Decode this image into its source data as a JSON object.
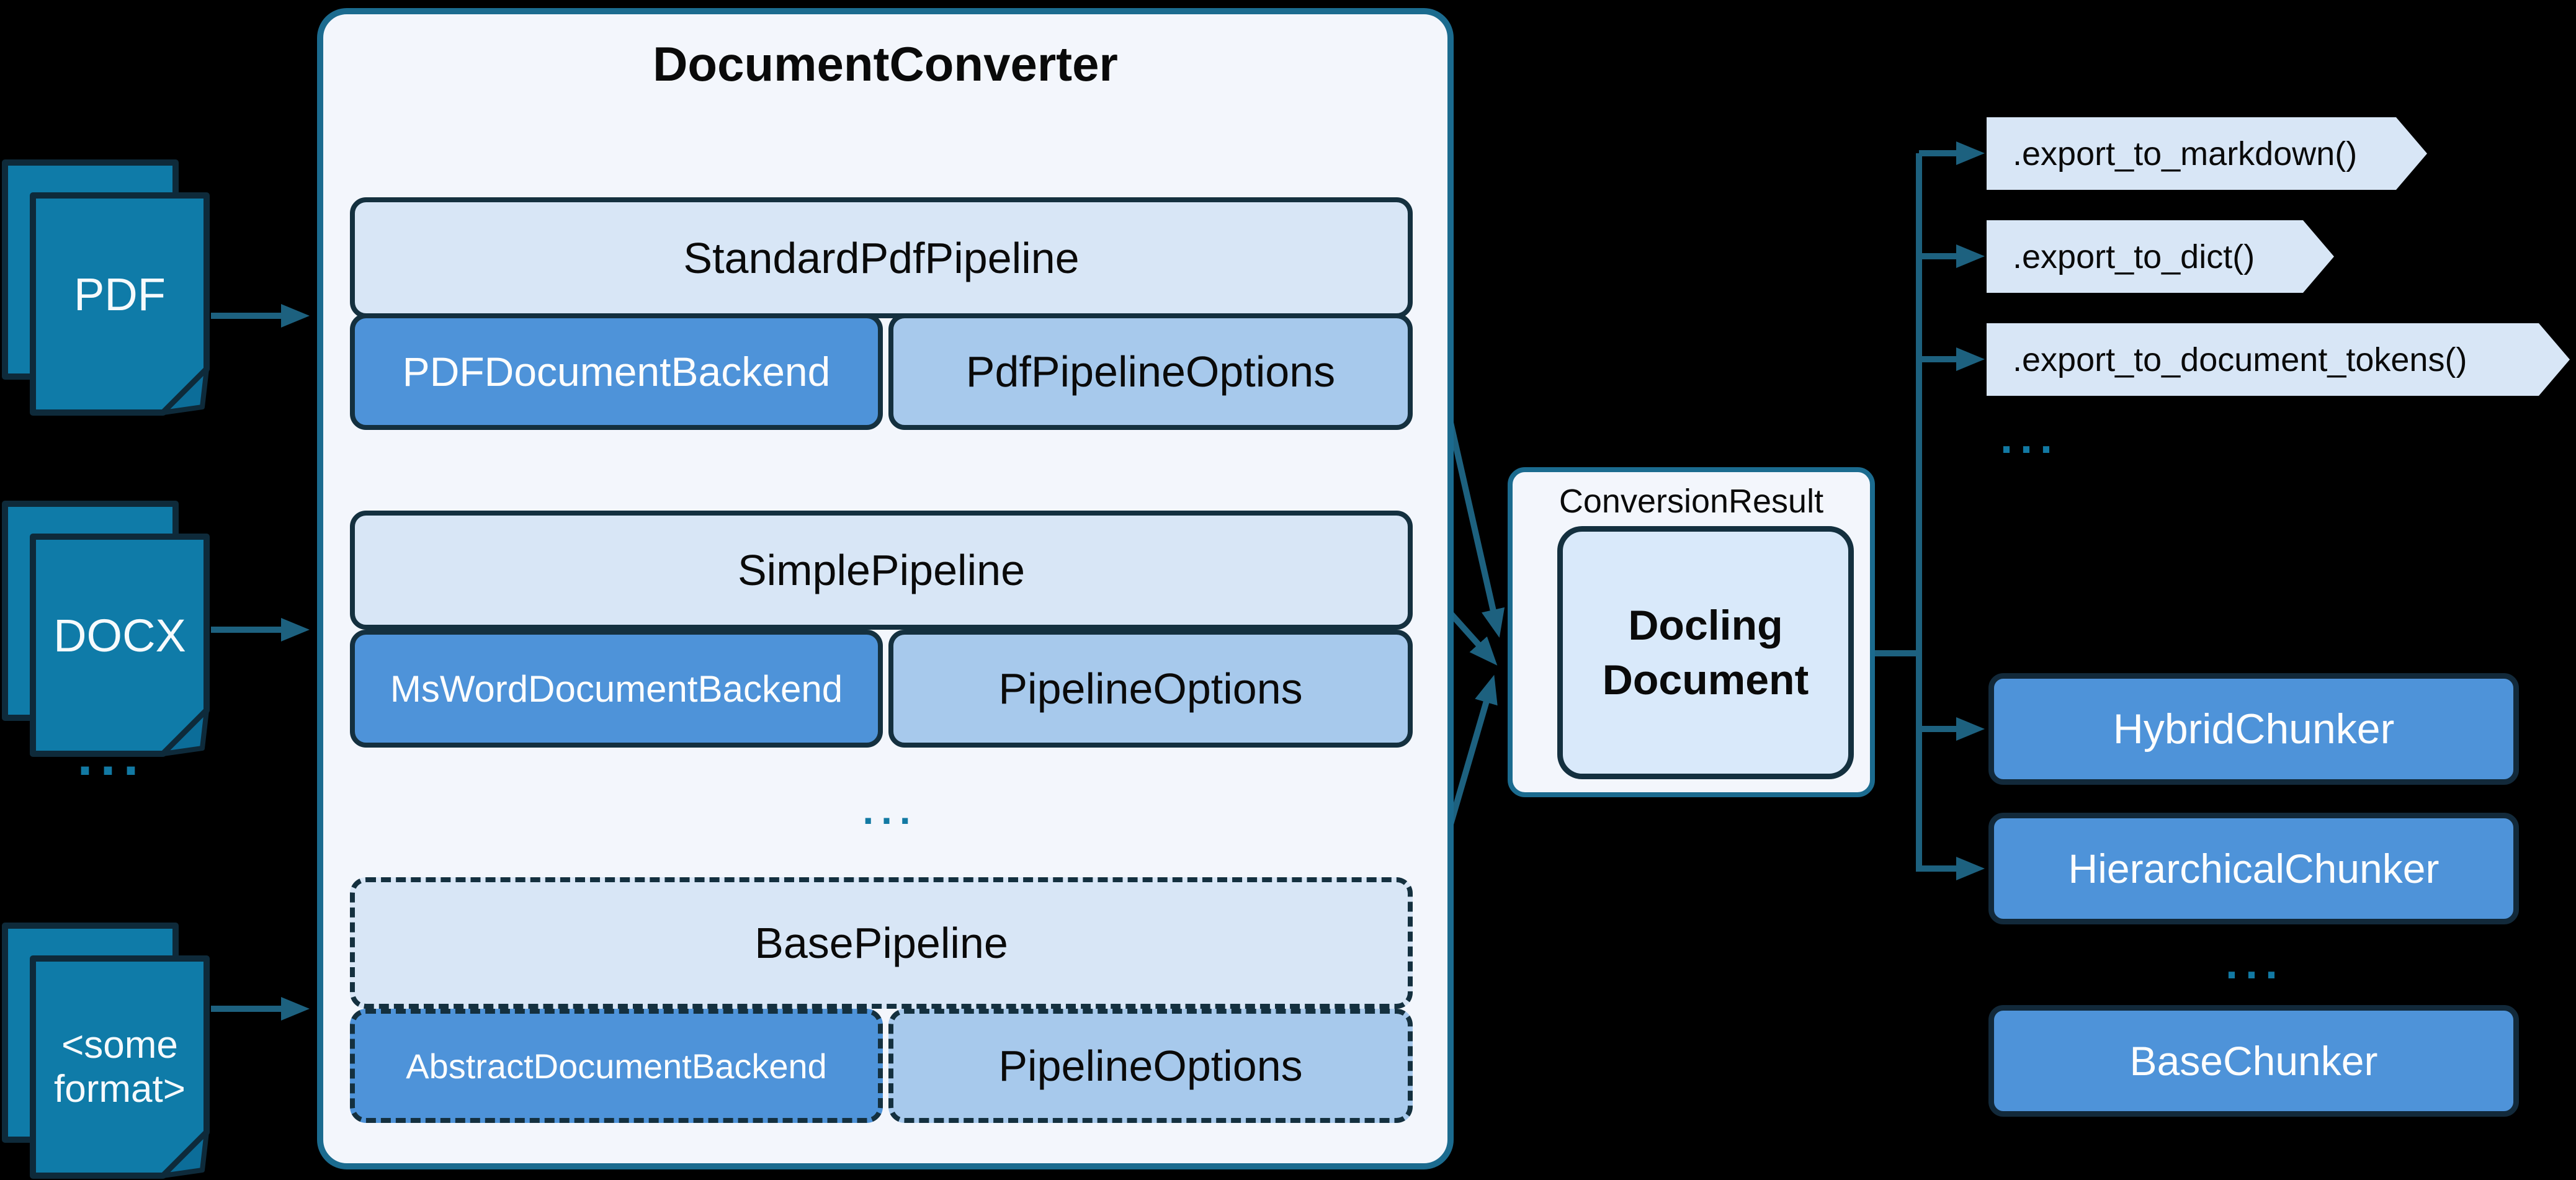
{
  "inputs": {
    "pdf": {
      "label": "PDF"
    },
    "docx": {
      "label": "DOCX"
    },
    "other": {
      "line1": "<some",
      "line2": "format>"
    },
    "ellipsis": "..."
  },
  "converter": {
    "title": "DocumentConverter",
    "ellipsis": "...",
    "pipelines": [
      {
        "pipeline": "StandardPdfPipeline",
        "backend": "PDFDocumentBackend",
        "options": "PdfPipelineOptions"
      },
      {
        "pipeline": "SimplePipeline",
        "backend": "MsWordDocumentBackend",
        "options": "PipelineOptions"
      },
      {
        "pipeline": "BasePipeline",
        "backend": "AbstractDocumentBackend",
        "options": "PipelineOptions"
      }
    ]
  },
  "result": {
    "label": "ConversionResult",
    "document_line1": "Docling",
    "document_line2": "Document"
  },
  "exports": {
    "items": [
      {
        "label": ".export_to_markdown()"
      },
      {
        "label": ".export_to_dict()"
      },
      {
        "label": ".export_to_document_tokens()"
      }
    ],
    "ellipsis": "..."
  },
  "chunkers": {
    "hybrid": "HybridChunker",
    "hierarchical": "HierarchicalChunker",
    "ellipsis": "...",
    "base": "BaseChunker"
  },
  "colors": {
    "background": "#000000",
    "document_fill": "#0f7ba8",
    "connector": "#1d617f",
    "panel_border": "#1b6b8f",
    "panel_bg": "#f3f6fc",
    "pipeline_fill": "#d8e6f6",
    "backend_fill": "#4e93d9",
    "options_fill": "#a7c9ec",
    "outline": "#14303f",
    "banner_fill": "#d8e6f6",
    "chunker_fill": "#4e93d9",
    "dots": "#1279a3"
  }
}
